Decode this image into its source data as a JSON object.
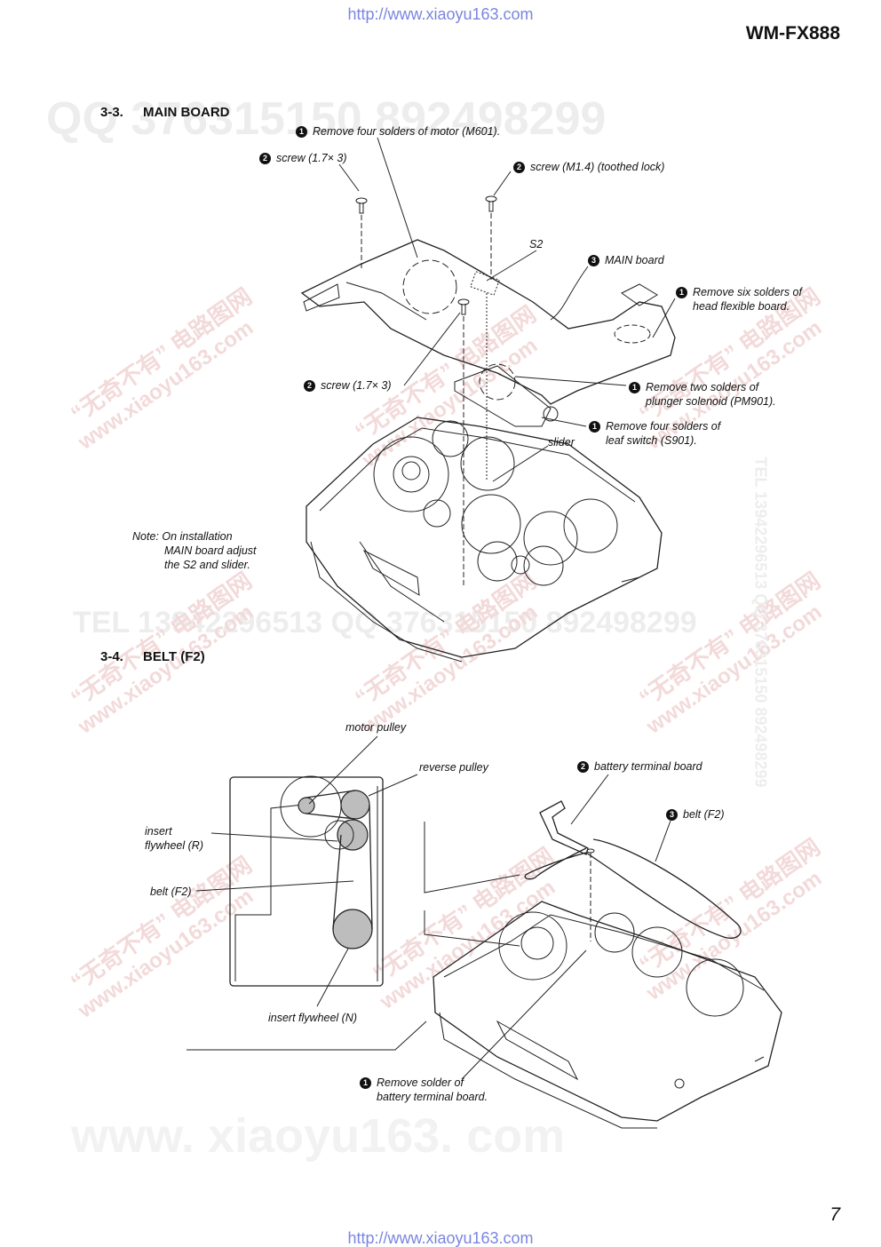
{
  "header": {
    "url_top": "http://www.xiaoyu163.com",
    "model": "WM-FX888"
  },
  "watermarks": {
    "qq": "QQ 376315150   892498299",
    "tel_line": "TEL 13942296513   QQ 376315150   892498299",
    "cn1": "“无奇不有” 电路图网",
    "site": "www.xiaoyu163.com",
    "side": "TEL 13942296513  QQ 376315150  892498299",
    "bottom": "www. xiaoyu163. com"
  },
  "section_main": {
    "num": "3-3.",
    "title": "MAIN  BOARD",
    "labels": {
      "motor": "Remove four solders of motor (M601).",
      "screw_left": "screw (1.7× 3)",
      "screw_right": "screw (M1.4) (toothed lock)",
      "s2": "S2",
      "main_board": "MAIN board",
      "head_1": "Remove six solders of",
      "head_2": "head flexible board.",
      "screw_mid": "screw (1.7× 3)",
      "plunger_1": "Remove two solders of",
      "plunger_2": "plunger solenoid (PM901).",
      "leaf_1": "Remove four solders of",
      "leaf_2": "leaf switch (S901).",
      "slider": "slider"
    },
    "steps": {
      "motor": "1",
      "screw_left": "2",
      "screw_right": "2",
      "main_board": "3",
      "head": "1",
      "screw_mid": "2",
      "plunger": "1",
      "leaf": "1"
    },
    "note_1": "Note: On installation",
    "note_2": "MAIN board adjust",
    "note_3": "the S2 and slider."
  },
  "section_belt": {
    "num": "3-4.",
    "title": "BELT (F2)",
    "labels": {
      "motor_pulley": "motor pulley",
      "reverse_pulley": "reverse pulley",
      "insert_r_1": "insert",
      "insert_r_2": "flywheel (R)",
      "belt_left": "belt (F2)",
      "insert_n": "insert flywheel (N)",
      "battery_board": "battery terminal board",
      "belt_right": "belt (F2)",
      "solder_1": "Remove solder of",
      "solder_2": "battery terminal board."
    },
    "steps": {
      "battery_board": "2",
      "belt_right": "3",
      "solder": "1"
    }
  },
  "footer": {
    "page": "7",
    "url_bottom": "http://www.xiaoyu163.com"
  }
}
